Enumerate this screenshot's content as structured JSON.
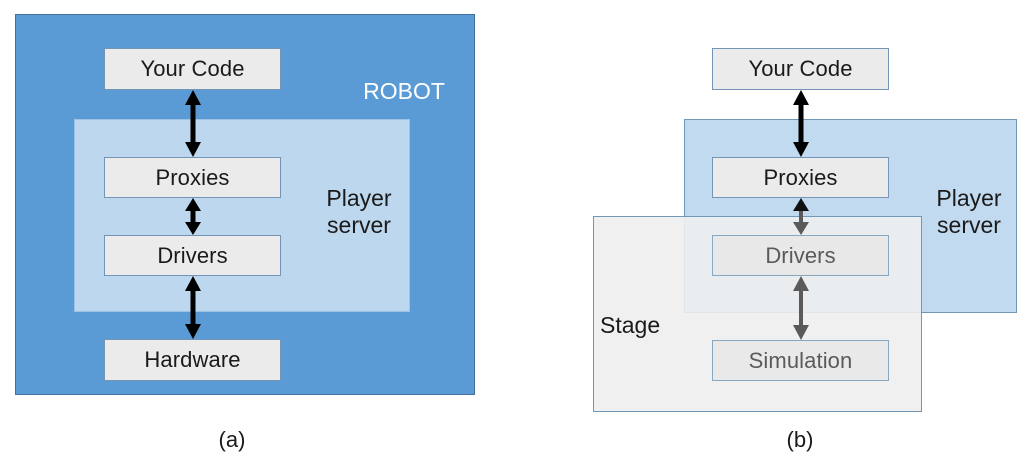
{
  "figure": {
    "panels": [
      {
        "caption": "(a)",
        "outer_panel_label": "ROBOT",
        "outer_panel_color": "#5b9bd5",
        "inner_panel_label": "Player\nserver",
        "inner_panel_color": "#bdd7ee",
        "blocks": [
          {
            "label": "Your Code",
            "state": "normal"
          },
          {
            "label": "Proxies",
            "state": "normal"
          },
          {
            "label": "Drivers",
            "state": "normal"
          },
          {
            "label": "Hardware",
            "state": "normal"
          }
        ],
        "connections": [
          {
            "from": "Your Code",
            "to": "Proxies",
            "style": "double-headed",
            "color": "#000000"
          },
          {
            "from": "Proxies",
            "to": "Drivers",
            "style": "double-headed",
            "color": "#000000"
          },
          {
            "from": "Drivers",
            "to": "Hardware",
            "style": "double-headed",
            "color": "#000000"
          }
        ]
      },
      {
        "caption": "(b)",
        "outer_panel_label": "Stage",
        "outer_panel_color": "#eeeeee",
        "inner_panel_label": "Player\nserver",
        "inner_panel_color": "#bdd7ee",
        "blocks": [
          {
            "label": "Your Code",
            "state": "normal"
          },
          {
            "label": "Proxies",
            "state": "normal"
          },
          {
            "label": "Drivers",
            "state": "dimmed"
          },
          {
            "label": "Simulation",
            "state": "dimmed"
          }
        ],
        "connections": [
          {
            "from": "Your Code",
            "to": "Proxies",
            "style": "double-headed",
            "color": "#000000"
          },
          {
            "from": "Proxies",
            "to": "Drivers",
            "style": "double-headed",
            "color": "#5a5a5a"
          },
          {
            "from": "Drivers",
            "to": "Simulation",
            "style": "double-headed",
            "color": "#5a5a5a"
          }
        ]
      }
    ]
  },
  "a": {
    "robot_label": "ROBOT",
    "player_server_label": "Player\nserver",
    "your_code": "Your Code",
    "proxies": "Proxies",
    "drivers": "Drivers",
    "hardware": "Hardware",
    "caption": "(a)"
  },
  "b": {
    "stage_label": "Stage",
    "player_server_label": "Player\nserver",
    "your_code": "Your Code",
    "proxies": "Proxies",
    "drivers": "Drivers",
    "simulation": "Simulation",
    "caption": "(b)"
  },
  "colors": {
    "robot_blue": "#5b9bd5",
    "player_server_blue": "#bdd7ee",
    "stage_grey": "#eeeeee",
    "component_grey": "#ebebeb",
    "border_blue": "#7495b5",
    "arrow_black": "#000000",
    "arrow_grey": "#5a5a5a",
    "text_dark": "#1a1a1a",
    "text_dim": "#5a5a5a",
    "text_white": "#ffffff"
  }
}
